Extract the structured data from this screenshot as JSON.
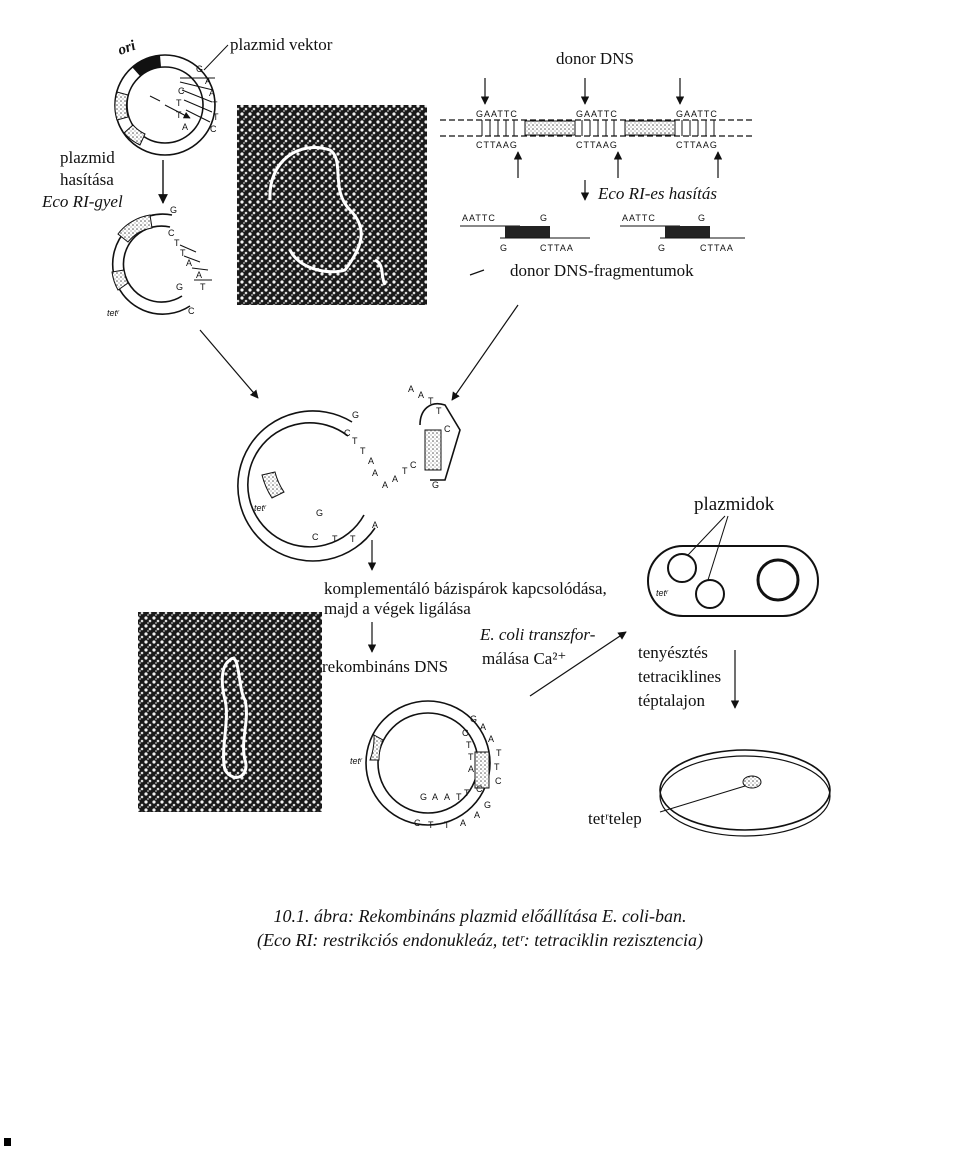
{
  "labels": {
    "plasmid_vector": "plazmid vektor",
    "ori": "ori",
    "plasmid_cut_1": "plazmid",
    "plasmid_cut_2": "hasítása",
    "plasmid_cut_3": "Eco RI-gyel",
    "donor_dns": "donor DNS",
    "eco_ri_cut": "Eco RI-es hasítás",
    "donor_fragments": "donor DNS-fragmentumok",
    "tet_r": "tetʳ",
    "complementary_1": "komplementáló bázispárok kapcsolódása,",
    "complementary_2": "majd a végek ligálása",
    "recombinant_dna": "rekombináns DNS",
    "transform_1": "E. coli transzfor-",
    "transform_2": "málása Ca²⁺",
    "plasmids": "plazmidok",
    "culture_1": "tenyésztés",
    "culture_2": "tetraciklines",
    "culture_3": "téptalajon",
    "tet_colony": "tetʳtelep"
  },
  "sequences": {
    "top_strand": "GAATTC",
    "bottom_strand": "CTTAAG",
    "sticky_top": "AATTC",
    "sticky_bottom": "CTTAA",
    "g": "G",
    "c": "C"
  },
  "caption": {
    "line1": "10.1. ábra: Rekombináns plazmid előállítása E. coli-ban.",
    "line2": "(Eco RI: restrikciós endonukleáz, tetʳ: tetraciklin rezisztencia)"
  }
}
